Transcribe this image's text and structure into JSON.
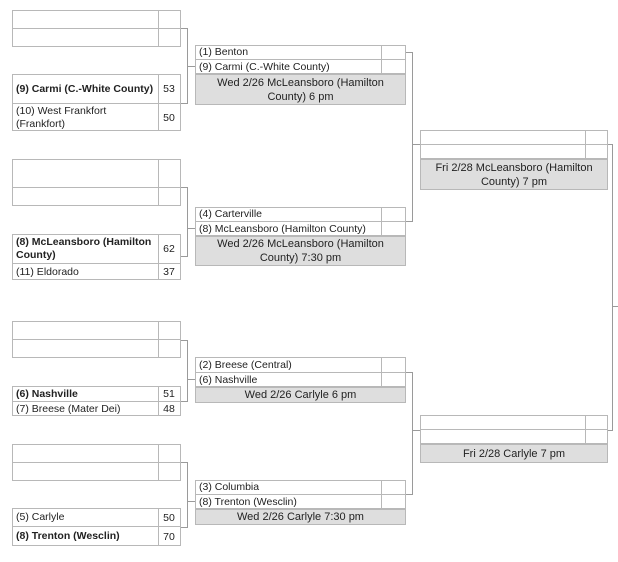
{
  "round1": [
    {
      "empty": true
    },
    {
      "team_a": {
        "name": "(9) Carmi (C.-White County)",
        "score": "53",
        "winner": true
      },
      "team_b": {
        "name": "(10) West Frankfort (Frankfort)",
        "score": "50",
        "winner": false
      }
    },
    {
      "empty": true
    },
    {
      "team_a": {
        "name": "(8) McLeansboro (Hamilton County)",
        "score": "62",
        "winner": true
      },
      "team_b": {
        "name": "(11) Eldorado",
        "score": "37",
        "winner": false
      }
    },
    {
      "empty": true
    },
    {
      "team_a": {
        "name": "(6) Nashville",
        "score": "51",
        "winner": true
      },
      "team_b": {
        "name": "(7) Breese (Mater Dei)",
        "score": "48",
        "winner": false
      }
    },
    {
      "empty": true
    },
    {
      "team_a": {
        "name": "(5) Carlyle",
        "score": "50",
        "winner": false
      },
      "team_b": {
        "name": "(8) Trenton (Wesclin)",
        "score": "70",
        "winner": true
      }
    }
  ],
  "round2": [
    {
      "team_a": "(1) Benton",
      "team_b": "(9) Carmi (C.-White County)",
      "info": "Wed 2/26 McLeansboro (Hamilton County) 6 pm"
    },
    {
      "team_a": "(4) Carterville",
      "team_b": "(8) McLeansboro (Hamilton County)",
      "info": "Wed 2/26 McLeansboro (Hamilton County) 7:30 pm"
    },
    {
      "team_a": "(2) Breese (Central)",
      "team_b": "(6) Nashville",
      "info": "Wed 2/26 Carlyle 6 pm"
    },
    {
      "team_a": "(3) Columbia",
      "team_b": "(8) Trenton (Wesclin)",
      "info": "Wed 2/26 Carlyle 7:30 pm"
    }
  ],
  "round3": [
    {
      "team_a": "",
      "team_b": "",
      "info": "Fri 2/28 McLeansboro (Hamilton County) 7 pm"
    },
    {
      "team_a": "",
      "team_b": "",
      "info": "Fri 2/28 Carlyle 7 pm"
    }
  ]
}
